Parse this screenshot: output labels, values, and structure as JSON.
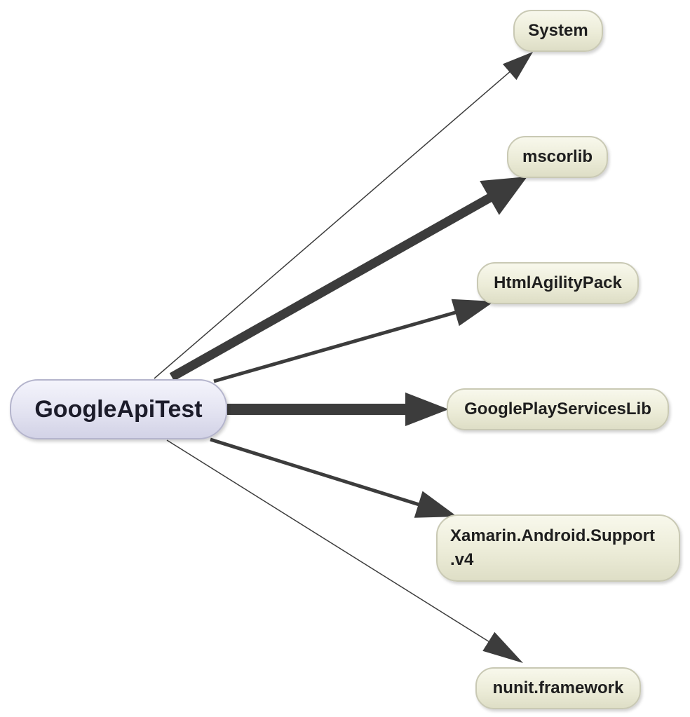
{
  "root": {
    "label": "GoogleApiTest"
  },
  "dependencies": [
    {
      "id": "system",
      "label": "System"
    },
    {
      "id": "mscorlib",
      "label": "mscorlib"
    },
    {
      "id": "htmlagilitypack",
      "label": "HtmlAgilityPack"
    },
    {
      "id": "googleplayserviceslib",
      "label": "GooglePlayServicesLib"
    },
    {
      "id": "xamarin-support",
      "label": "Xamarin.Android.Support .v4"
    },
    {
      "id": "nunit",
      "label": "nunit.framework"
    }
  ],
  "edges": [
    {
      "from": "GoogleApiTest",
      "to": "System",
      "weight": "thin"
    },
    {
      "from": "GoogleApiTest",
      "to": "mscorlib",
      "weight": "heavy"
    },
    {
      "from": "GoogleApiTest",
      "to": "HtmlAgilityPack",
      "weight": "medium"
    },
    {
      "from": "GoogleApiTest",
      "to": "GooglePlayServicesLib",
      "weight": "heavy"
    },
    {
      "from": "GoogleApiTest",
      "to": "Xamarin.Android.Support .v4",
      "weight": "medium"
    },
    {
      "from": "GoogleApiTest",
      "to": "nunit.framework",
      "weight": "thin"
    }
  ],
  "colors": {
    "edge": "#3c3c3c",
    "root_fill": "#e3e3f1",
    "dependency_fill": "#ececd8"
  }
}
